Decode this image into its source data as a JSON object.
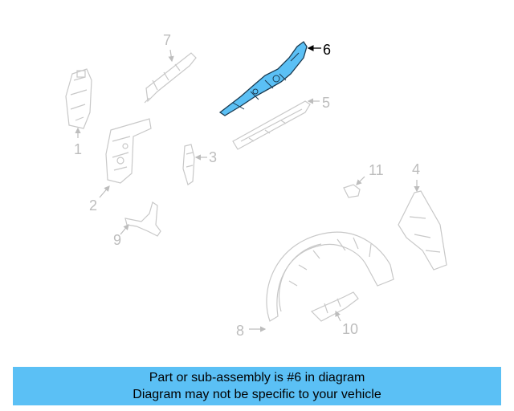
{
  "diagram": {
    "highlight_color": "#5bc0f5",
    "faded_color": "#c8c8c8",
    "callouts": [
      {
        "id": "1",
        "label": "1"
      },
      {
        "id": "2",
        "label": "2"
      },
      {
        "id": "3",
        "label": "3"
      },
      {
        "id": "4",
        "label": "4"
      },
      {
        "id": "5",
        "label": "5"
      },
      {
        "id": "6",
        "label": "6",
        "highlighted": true
      },
      {
        "id": "7",
        "label": "7"
      },
      {
        "id": "8",
        "label": "8"
      },
      {
        "id": "9",
        "label": "9"
      },
      {
        "id": "10",
        "label": "10"
      },
      {
        "id": "11",
        "label": "11"
      }
    ]
  },
  "banner": {
    "line1": "Part or sub-assembly is #6 in diagram",
    "line2": "Diagram may not be specific to your vehicle",
    "background": "#5bc0f5"
  }
}
